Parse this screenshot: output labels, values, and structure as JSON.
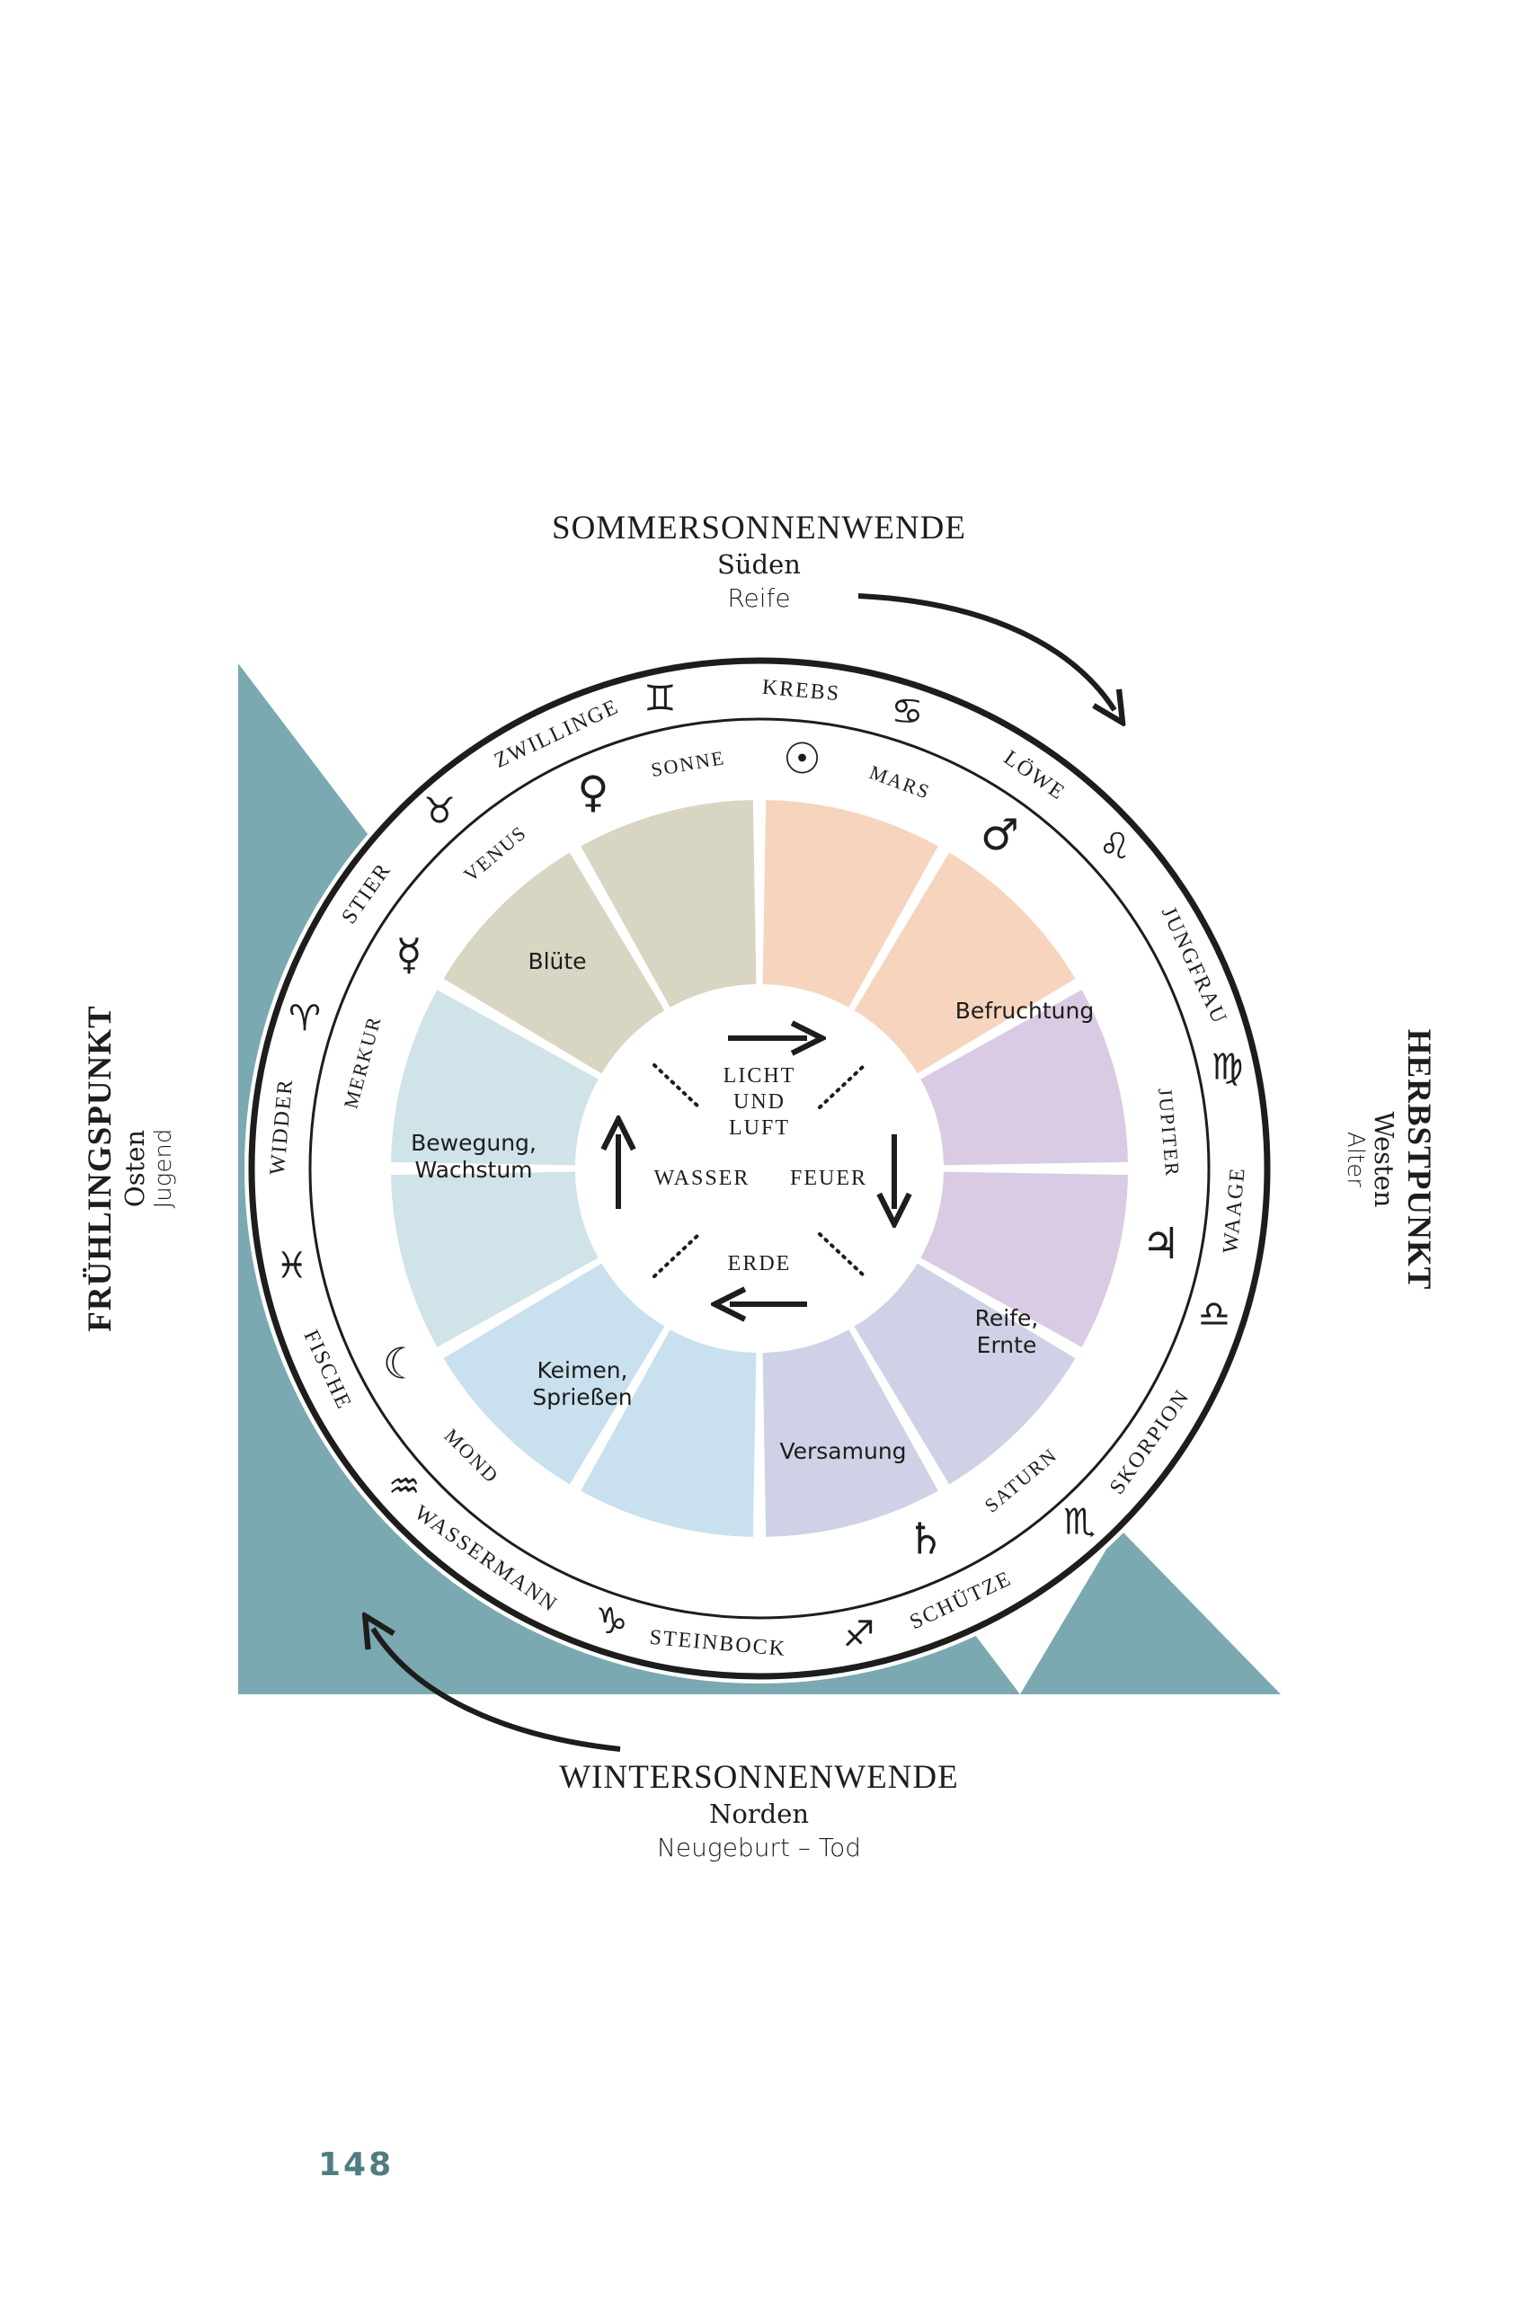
{
  "headings": {
    "top": {
      "title": "SOMMERSONNENWENDE",
      "direction": "Süden",
      "phase": "Reife"
    },
    "bottom": {
      "title": "WINTERSONNENWENDE",
      "direction": "Norden",
      "phase": "Neugeburt – Tod"
    },
    "left": {
      "title": "FRÜHLINGSPUNKT",
      "direction": "Osten",
      "phase": "Jugend"
    },
    "right": {
      "title": "HERBSTPUNKT",
      "direction": "Westen",
      "phase": "Alter"
    }
  },
  "zodiac": [
    {
      "name": "KREBS",
      "symbol": "♋"
    },
    {
      "name": "LÖWE",
      "symbol": "♌"
    },
    {
      "name": "JUNGFRAU",
      "symbol": "♍"
    },
    {
      "name": "WAAGE",
      "symbol": "♎"
    },
    {
      "name": "SKORPION",
      "symbol": "♏"
    },
    {
      "name": "SCHÜTZE",
      "symbol": "♐"
    },
    {
      "name": "STEINBOCK",
      "symbol": "♑"
    },
    {
      "name": "WASSERMANN",
      "symbol": "♒"
    },
    {
      "name": "FISCHE",
      "symbol": "♓"
    },
    {
      "name": "WIDDER",
      "symbol": "♈"
    },
    {
      "name": "STIER",
      "symbol": "♉"
    },
    {
      "name": "ZWILLINGE",
      "symbol": "♊"
    }
  ],
  "planets": [
    {
      "name": "SONNE",
      "symbol": "☉"
    },
    {
      "name": "MARS",
      "symbol": "♂"
    },
    {
      "name": "JUPITER",
      "symbol": "♃"
    },
    {
      "name": "SATURN",
      "symbol": "♄"
    },
    {
      "name": "MOND",
      "symbol": "☾"
    },
    {
      "name": "MERKUR",
      "symbol": "☿"
    },
    {
      "name": "VENUS",
      "symbol": "♀"
    }
  ],
  "phases": [
    {
      "label": "Blüte",
      "color": "#d9d5c3"
    },
    {
      "label": "Befruchtung",
      "color": "#f6d4bd"
    },
    {
      "label": "Reife,\nErnte",
      "color": "#d8cbe3"
    },
    {
      "label": "Versamung",
      "color": "#cfd2e6"
    },
    {
      "label": "Keimen,\nSprießen",
      "color": "#c9e0ee"
    },
    {
      "label": "Bewegung,\nWachstum",
      "color": "#cfe3e8"
    }
  ],
  "elements": {
    "top": "LICHT\nUND\nLUFT",
    "left": "WASSER",
    "right": "FEUER",
    "bottom": "ERDE"
  },
  "colors": {
    "teal": "#7aa9b1",
    "ink": "#1d1d1b",
    "page_number": "#4f7d80"
  },
  "page_number": "148"
}
